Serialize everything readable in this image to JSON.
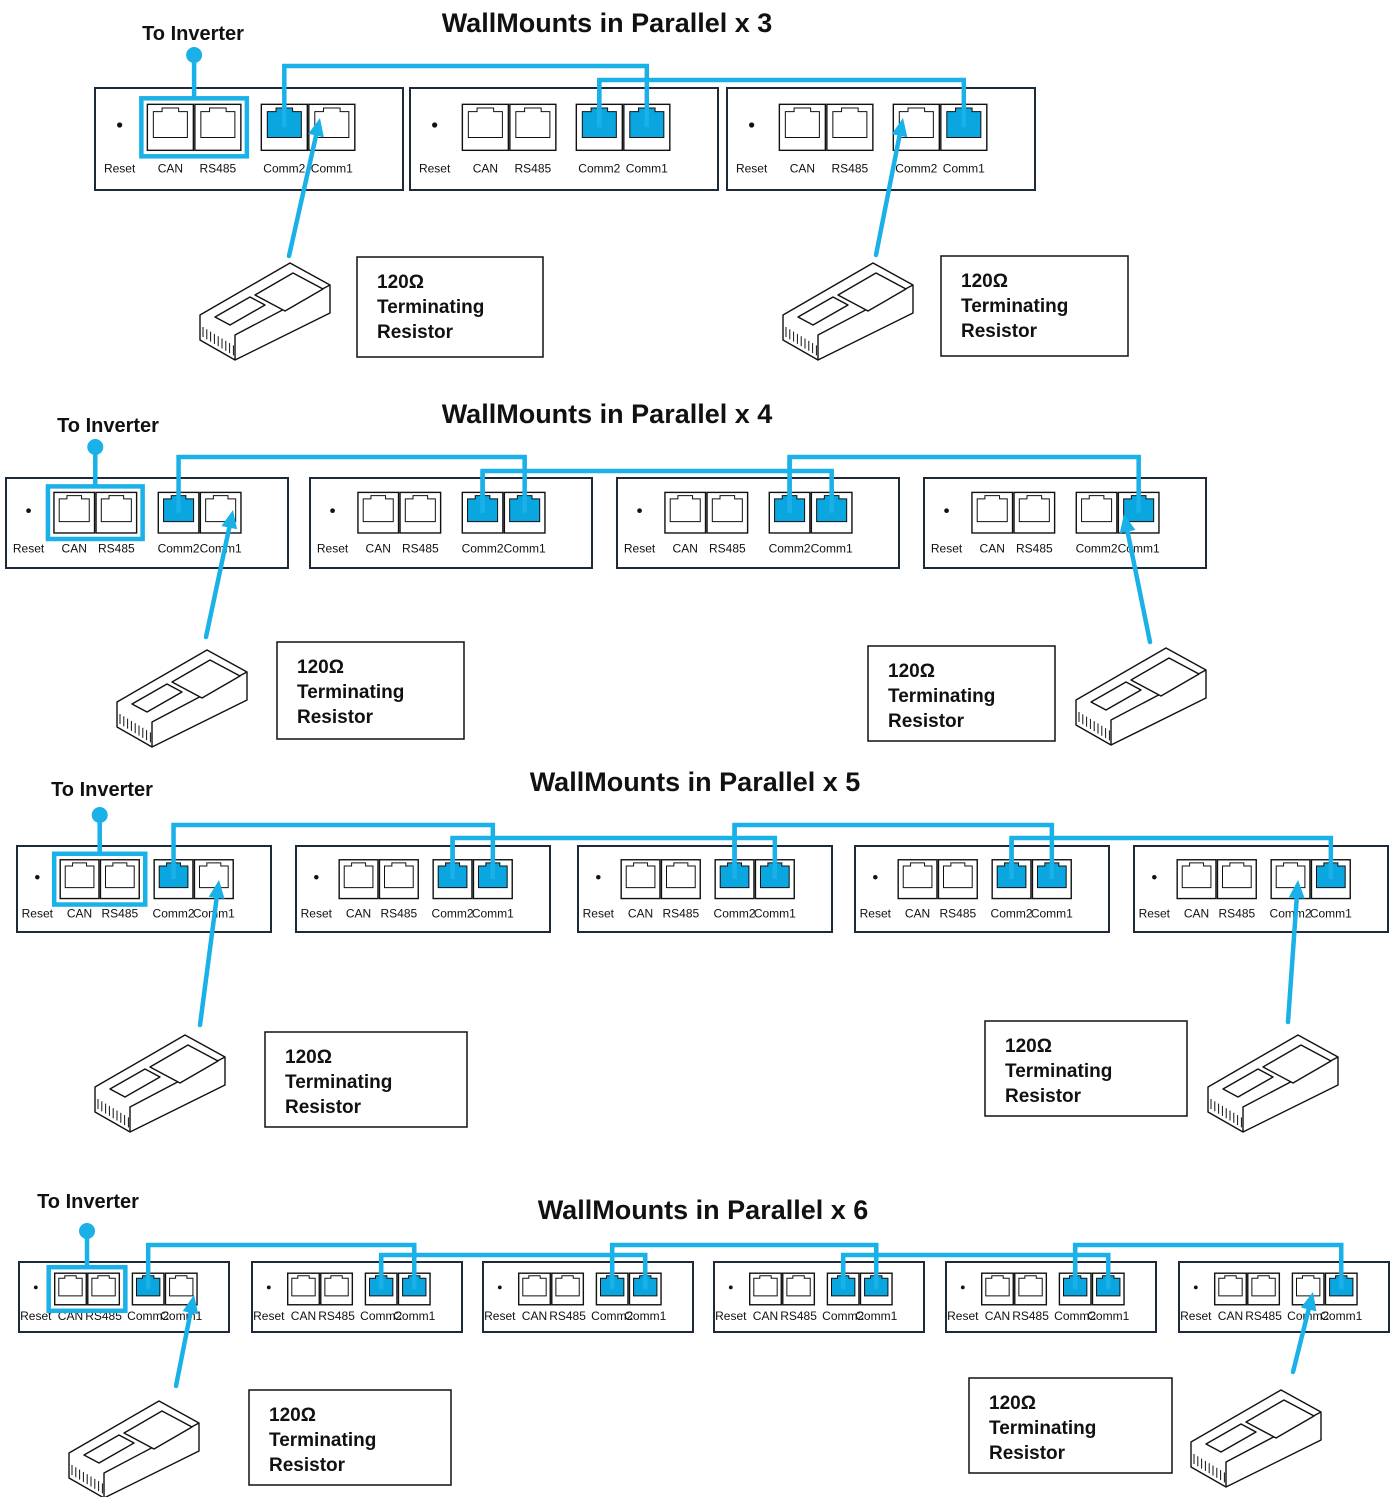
{
  "colors": {
    "cable": "#1ab0e8",
    "port_connected": "#0aa6e0",
    "unit_border": "#1d2a3a",
    "text": "#111111"
  },
  "labels": {
    "inverter": "To Inverter",
    "reset": "Reset",
    "ports": [
      "CAN",
      "RS485",
      "Comm2",
      "Comm1"
    ],
    "resistor": [
      "120Ω",
      "Terminating",
      "Resistor"
    ]
  },
  "icons": {
    "unit": "wallmount-panel-icon",
    "port": "rj45-port-icon",
    "plug": "rj45-terminator-plug-icon"
  },
  "sections": [
    {
      "title": "WallMounts in Parallel x 3",
      "units": 3
    },
    {
      "title": "WallMounts in Parallel x 4",
      "units": 4
    },
    {
      "title": "WallMounts in Parallel x 5",
      "units": 5
    },
    {
      "title": "WallMounts in Parallel x 6",
      "units": 6
    }
  ]
}
